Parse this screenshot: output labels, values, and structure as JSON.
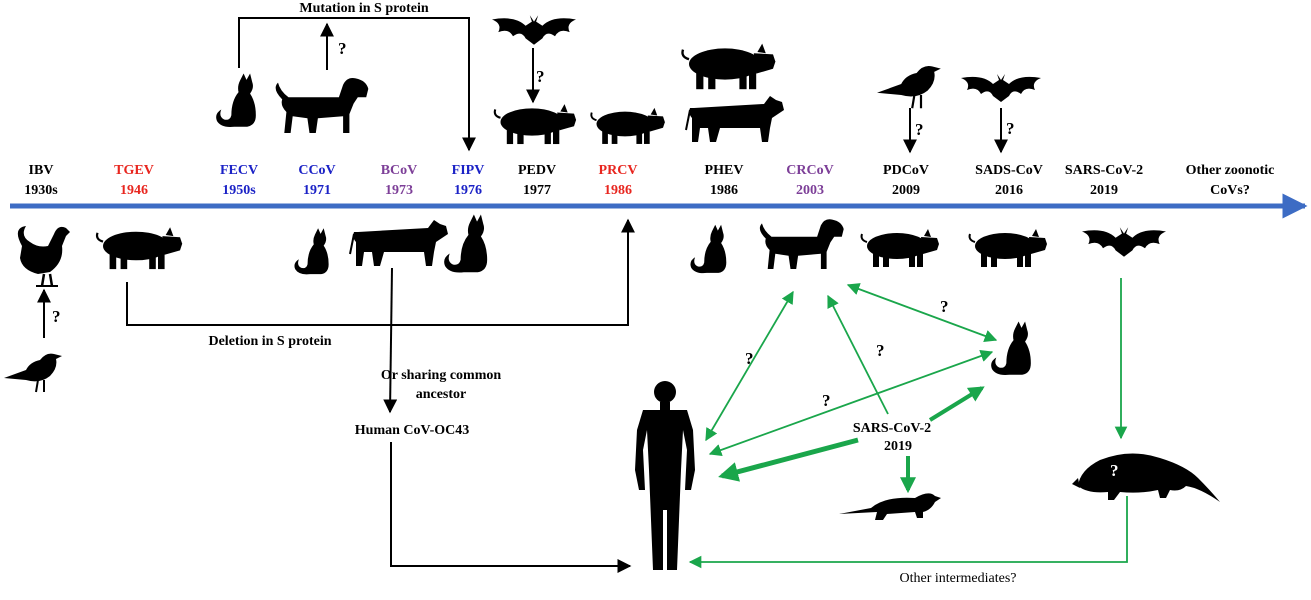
{
  "top_label": "Mutation in S protein",
  "deletion_label": "Deletion in S protein",
  "sharing_label_line1": "Or sharing common",
  "sharing_label_line2": "ancestor",
  "oc43_label": "Human CoV-OC43",
  "sars_center_line1": "SARS-CoV-2",
  "sars_center_line2": "2019",
  "other_intermediates": "Other intermediates?",
  "question_mark": "?",
  "timeline": [
    {
      "name": "IBV",
      "year": "1930s",
      "color": "#000000"
    },
    {
      "name": "TGEV",
      "year": "1946",
      "color": "#e8261f"
    },
    {
      "name": "FECV",
      "year": "1950s",
      "color": "#1b22c6"
    },
    {
      "name": "CCoV",
      "year": "1971",
      "color": "#1b22c6"
    },
    {
      "name": "BCoV",
      "year": "1973",
      "color": "#7d3f98"
    },
    {
      "name": "FIPV",
      "year": "1976",
      "color": "#1b22c6"
    },
    {
      "name": "PEDV",
      "year": "1977",
      "color": "#000000"
    },
    {
      "name": "PRCV",
      "year": "1986",
      "color": "#e8261f"
    },
    {
      "name": "PHEV",
      "year": "1986",
      "color": "#000000"
    },
    {
      "name": "CRCoV",
      "year": "2003",
      "color": "#7d3f98"
    },
    {
      "name": "PDCoV",
      "year": "2009",
      "color": "#000000"
    },
    {
      "name": "SADS-CoV",
      "year": "2016",
      "color": "#000000"
    },
    {
      "name": "SARS-CoV-2",
      "year": "2019",
      "color": "#000000"
    },
    {
      "name": "Other zoonotic",
      "year": "CoVs?",
      "color": "#000000"
    }
  ],
  "colors": {
    "axis": "#3d6cc4",
    "green": "#1aa64b",
    "black": "#000000"
  },
  "icons": [
    "chicken-icon",
    "bird-icon",
    "pig-icon",
    "cat-icon",
    "dog-icon",
    "cow-icon",
    "bat-icon",
    "human-icon",
    "ferret-icon",
    "pangolin-icon"
  ]
}
